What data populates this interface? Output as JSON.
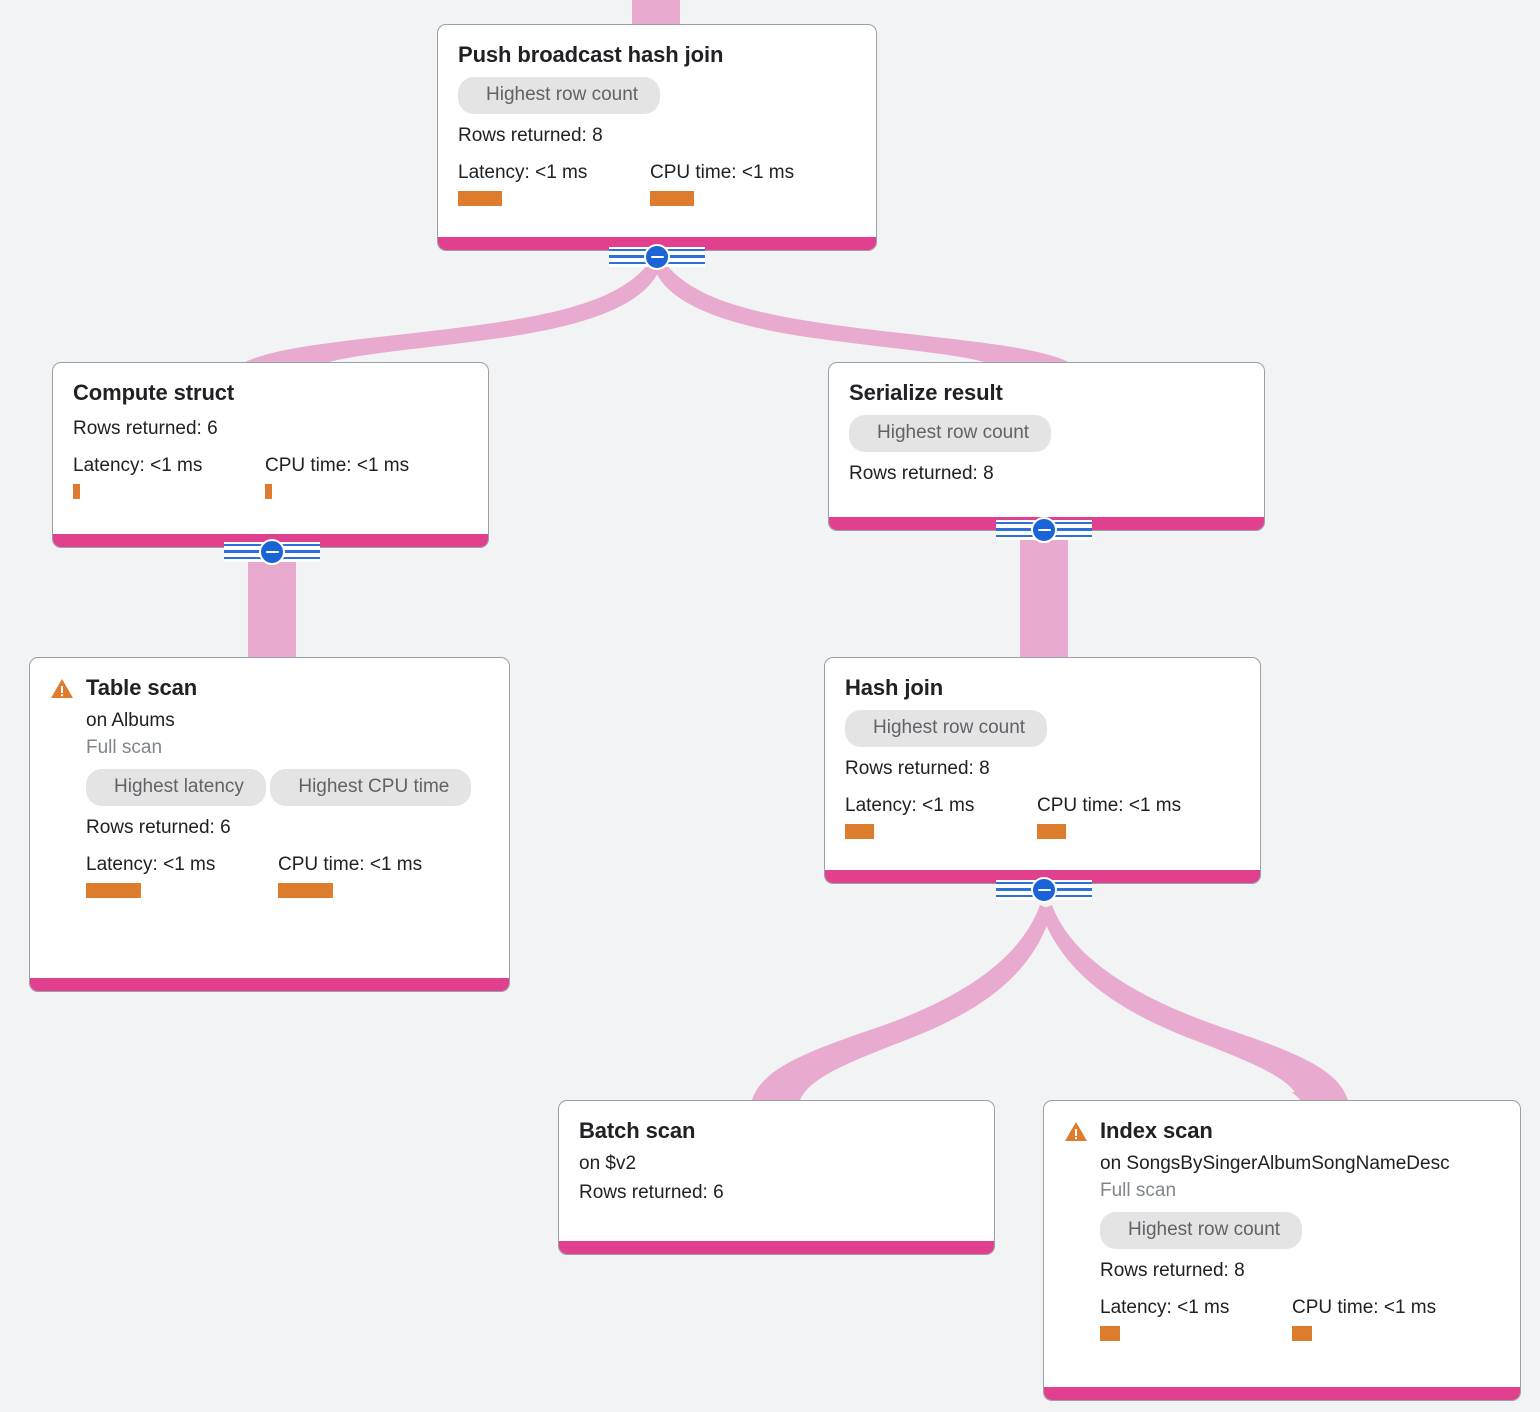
{
  "diagram": {
    "kind": "query-execution-plan",
    "colors": {
      "background": "#F1F3F4",
      "node_background": "#FFFFFF",
      "node_border": "#9AA0A6",
      "node_footer_pink": "#E0408E",
      "edge_pink": "#E8AACF",
      "metric_bar_orange": "#DD7C2C",
      "badge_background": "#E4E4E4",
      "badge_text": "#5F6368",
      "toggle_blue": "#1A64D8",
      "warning_orange": "#DD7C2C",
      "muted_text": "#80868B",
      "primary_text": "#202124"
    }
  },
  "labels": {
    "rows_prefix": "Rows returned: ",
    "latency_prefix": "Latency: ",
    "cpu_prefix": "CPU time: ",
    "on_prefix": "on "
  },
  "nodes": [
    {
      "id": "push-broadcast-hash-join",
      "title": "Push broadcast hash join",
      "warning": false,
      "badges": [
        "Highest row count"
      ],
      "rows_returned": "Rows returned: 8",
      "latency": "Latency: <1 ms",
      "cpu_time": "CPU time: <1 ms",
      "has_toggle": true
    },
    {
      "id": "compute-struct",
      "title": "Compute struct",
      "warning": false,
      "badges": [],
      "rows_returned": "Rows returned: 6",
      "latency": "Latency: <1 ms",
      "cpu_time": "CPU time: <1 ms",
      "has_toggle": true
    },
    {
      "id": "serialize-result",
      "title": "Serialize result",
      "warning": false,
      "badges": [
        "Highest row count"
      ],
      "rows_returned": "Rows returned: 8",
      "latency": null,
      "cpu_time": null,
      "has_toggle": true
    },
    {
      "id": "table-scan",
      "title": "Table scan",
      "warning": true,
      "target": "on Albums",
      "scan_type": "Full scan",
      "badges": [
        "Highest latency",
        "Highest CPU time"
      ],
      "rows_returned": "Rows returned: 6",
      "latency": "Latency: <1 ms",
      "cpu_time": "CPU time: <1 ms",
      "has_toggle": false
    },
    {
      "id": "hash-join",
      "title": "Hash join",
      "warning": false,
      "badges": [
        "Highest row count"
      ],
      "rows_returned": "Rows returned: 8",
      "latency": "Latency: <1 ms",
      "cpu_time": "CPU time: <1 ms",
      "has_toggle": true
    },
    {
      "id": "batch-scan",
      "title": "Batch scan",
      "warning": false,
      "target": "on $v2",
      "badges": [],
      "rows_returned": "Rows returned: 6",
      "latency": null,
      "cpu_time": null,
      "has_toggle": false
    },
    {
      "id": "index-scan",
      "title": "Index scan",
      "warning": true,
      "target": "on SongsBySingerAlbumSongNameDesc",
      "scan_type": "Full scan",
      "badges": [
        "Highest row count"
      ],
      "rows_returned": "Rows returned: 8",
      "latency": "Latency: <1 ms",
      "cpu_time": "CPU time: <1 ms",
      "has_toggle": false
    }
  ],
  "edges": [
    {
      "from": "offscreen-top",
      "to": "push-broadcast-hash-join"
    },
    {
      "from": "push-broadcast-hash-join",
      "to": "compute-struct"
    },
    {
      "from": "push-broadcast-hash-join",
      "to": "serialize-result"
    },
    {
      "from": "compute-struct",
      "to": "table-scan"
    },
    {
      "from": "serialize-result",
      "to": "hash-join"
    },
    {
      "from": "hash-join",
      "to": "batch-scan"
    },
    {
      "from": "hash-join",
      "to": "index-scan"
    }
  ]
}
